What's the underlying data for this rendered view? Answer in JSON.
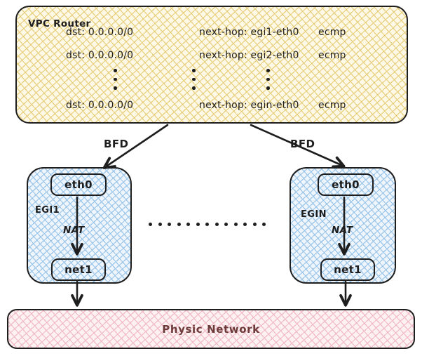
{
  "vpc_router": {
    "label": "VPC Router",
    "routes": [
      {
        "dst": "dst: 0.0.0.0/0",
        "next_hop": "next-hop: egi1-eth0",
        "mode": "ecmp"
      },
      {
        "dst": "dst: 0.0.0.0/0",
        "next_hop": "next-hop: egi2-eth0",
        "mode": "ecmp"
      },
      {
        "dst": "dst: 0.0.0.0/0",
        "next_hop": "next-hop: egin-eth0",
        "mode": "ecmp"
      }
    ]
  },
  "bfd": {
    "left": "BFD",
    "right": "BFD"
  },
  "gateways": {
    "left": {
      "name": "EGI1",
      "interface_in": "eth0",
      "nat": "NAT",
      "interface_out": "net1"
    },
    "right": {
      "name": "EGIN",
      "interface_in": "eth0",
      "nat": "NAT",
      "interface_out": "net1"
    }
  },
  "physic_network": {
    "label": "Physic Network"
  },
  "colors": {
    "stroke": "#1e1e1e",
    "router-fill": "#fef9e7",
    "router-hatch": "#e8cf7d",
    "egi-fill": "#eef5fc",
    "egi-hatch": "#9cc6e9",
    "network-fill": "#fdf1f2",
    "network-hatch": "#f1bac6",
    "network-text": "#6d3a3a"
  }
}
